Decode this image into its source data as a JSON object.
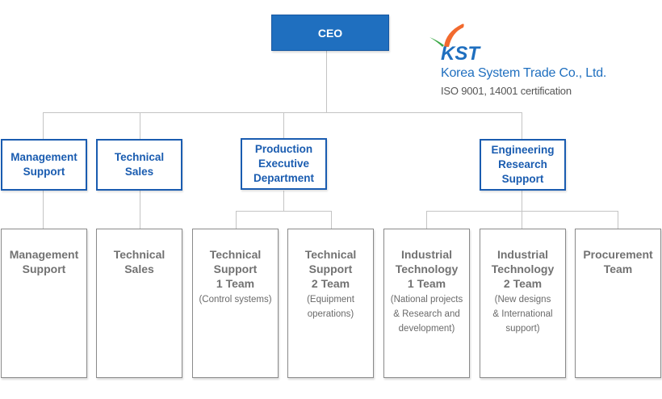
{
  "ceo": {
    "label": "CEO"
  },
  "company": {
    "logo_text": "KST",
    "name": "Korea System Trade Co., Ltd.",
    "certification": "ISO 9001, 14001 certification"
  },
  "colors": {
    "primary_blue": "#1f6fbf",
    "dept_border": "#1a5cb0",
    "team_border": "#8a8a8a",
    "team_text": "#6e6e6e",
    "connector": "#c4c4c4",
    "logo_orange": "#f26a2e",
    "logo_green": "#3aa845"
  },
  "departments": [
    {
      "label": "Management\nSupport"
    },
    {
      "label": "Technical\nSales"
    },
    {
      "label": "Production\nExecutive\nDepartment"
    },
    {
      "label": "Engineering\nResearch\nSupport"
    }
  ],
  "teams": [
    {
      "name": "Management\nSupport",
      "desc": ""
    },
    {
      "name": "Technical\nSales",
      "desc": ""
    },
    {
      "name": "Technical\nSupport\n1 Team",
      "desc": "(Control systems)"
    },
    {
      "name": "Technical\nSupport\n2 Team",
      "desc": "(Equipment\noperations)"
    },
    {
      "name": "Industrial\nTechnology\n1 Team",
      "desc": "(National projects\n& Research and\ndevelopment)"
    },
    {
      "name": "Industrial\nTechnology\n2 Team",
      "desc": "(New designs\n& International\nsupport)"
    },
    {
      "name": "Procurement\nTeam",
      "desc": ""
    }
  ]
}
